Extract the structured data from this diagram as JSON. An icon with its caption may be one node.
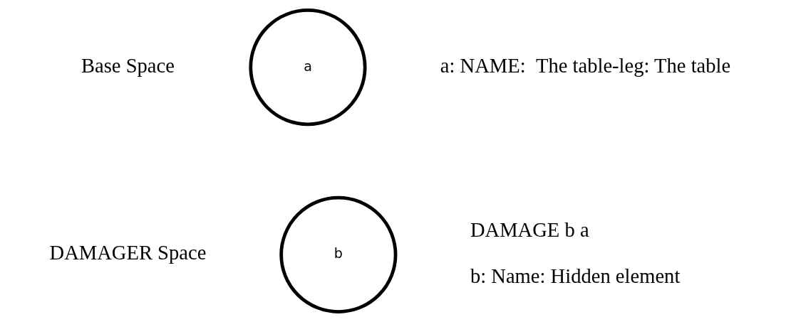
{
  "diagram": {
    "nodes": [
      {
        "text": [
          "a"
        ],
        "beside": [
          "a: NAME:  The table-leg: The table"
        ]
      },
      {
        "text": [
          "b"
        ],
        "beside": [
          "DAMAGE b a",
          "b: Name: Hidden element"
        ]
      }
    ],
    "edges": [],
    "labels": [
      "Base Space",
      "DAMAGER Space"
    ]
  }
}
